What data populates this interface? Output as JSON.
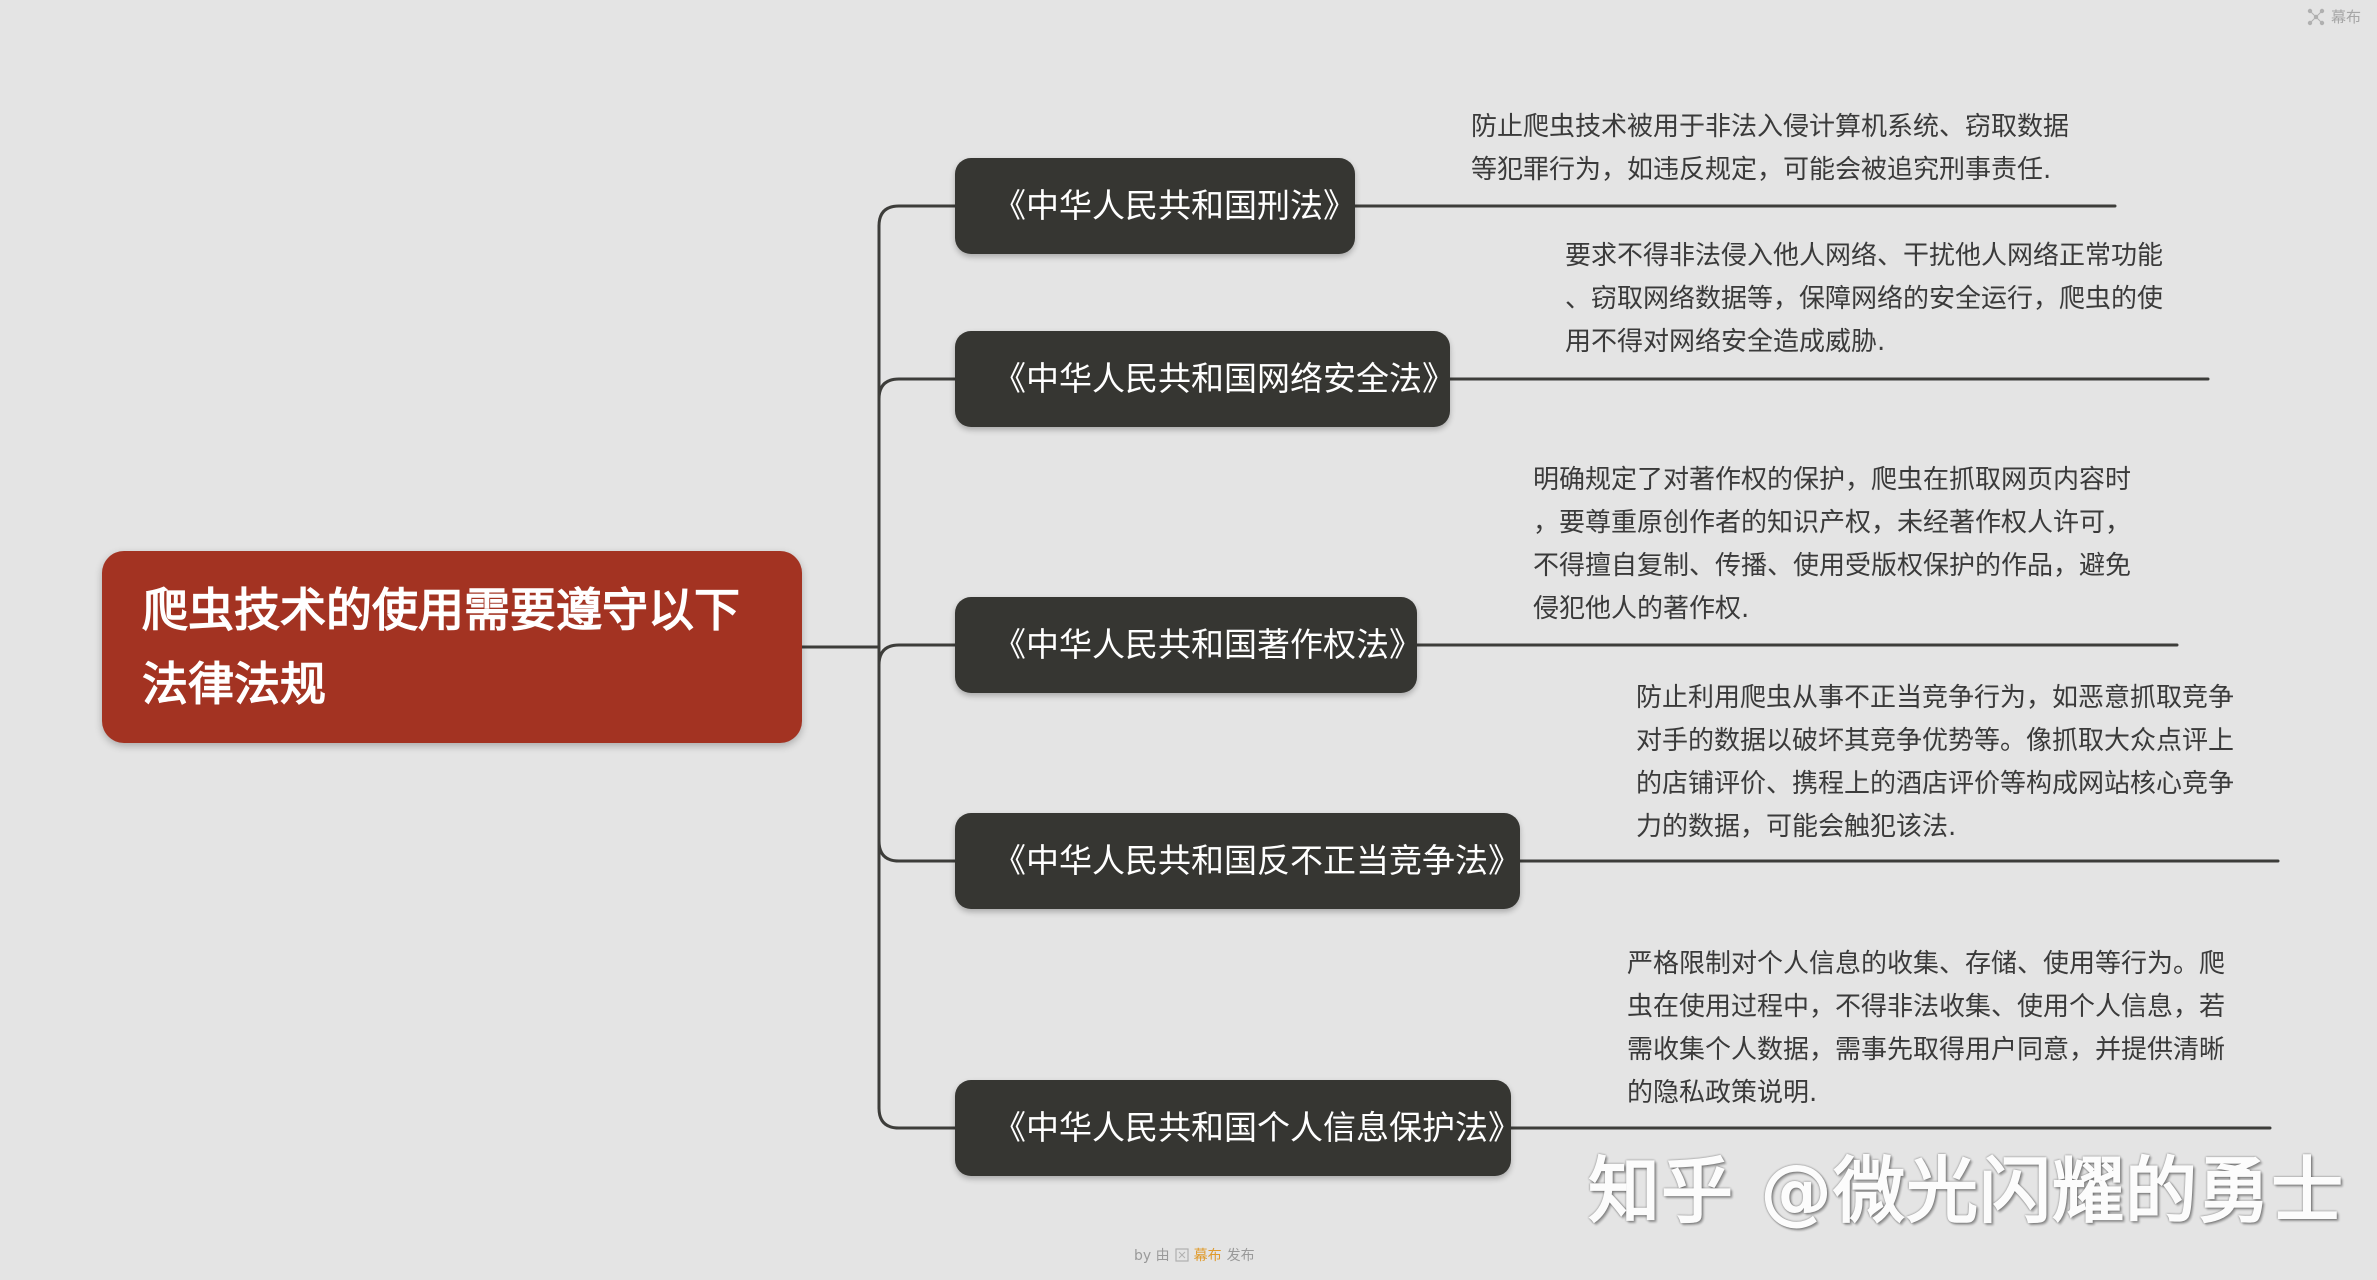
{
  "app": {
    "logo_text": "幕布",
    "logo_icon": "mindmap-icon"
  },
  "mindmap": {
    "root": "爬虫技术的使用需要遵守以下法律法规",
    "branches": [
      {
        "title": "《中华人民共和国刑法》",
        "note": "防止爬虫技术被用于非法入侵计算机系统、窃取数据\n等犯罪行为，如违反规定，可能会被追究刑事责任."
      },
      {
        "title": "《中华人民共和国网络安全法》",
        "note": "要求不得非法侵入他人网络、干扰他人网络正常功能\n、窃取网络数据等，保障网络的安全运行，爬虫的使\n用不得对网络安全造成威胁."
      },
      {
        "title": "《中华人民共和国著作权法》",
        "note": "明确规定了对著作权的保护，爬虫在抓取网页内容时\n，要尊重原创作者的知识产权，未经著作权人许可，\n不得擅自复制、传播、使用受版权保护的作品，避免\n侵犯他人的著作权."
      },
      {
        "title": "《中华人民共和国反不正当竞争法》",
        "note": "防止利用爬虫从事不正当竞争行为，如恶意抓取竞争\n对手的数据以破坏其竞争优势等。像抓取大众点评上\n的店铺评价、携程上的酒店评价等构成网站核心竞争\n力的数据，可能会触犯该法."
      },
      {
        "title": "《中华人民共和国个人信息保护法》",
        "note": "严格限制对个人信息的收集、存储、使用等行为。爬\n虫在使用过程中，不得非法收集、使用个人信息，若\n需收集个人数据，需事先取得用户同意，并提供清晰\n的隐私政策说明."
      }
    ]
  },
  "footer": {
    "prefix": "by 由",
    "brand": "幕布",
    "suffix": "发布"
  },
  "watermark": "知乎 @微光闪耀的勇士",
  "colors": {
    "background": "#e4e4e4",
    "root": "#a33322",
    "branch": "#363632",
    "connector": "#3d3d3a",
    "note_text": "#3a3a3a"
  }
}
